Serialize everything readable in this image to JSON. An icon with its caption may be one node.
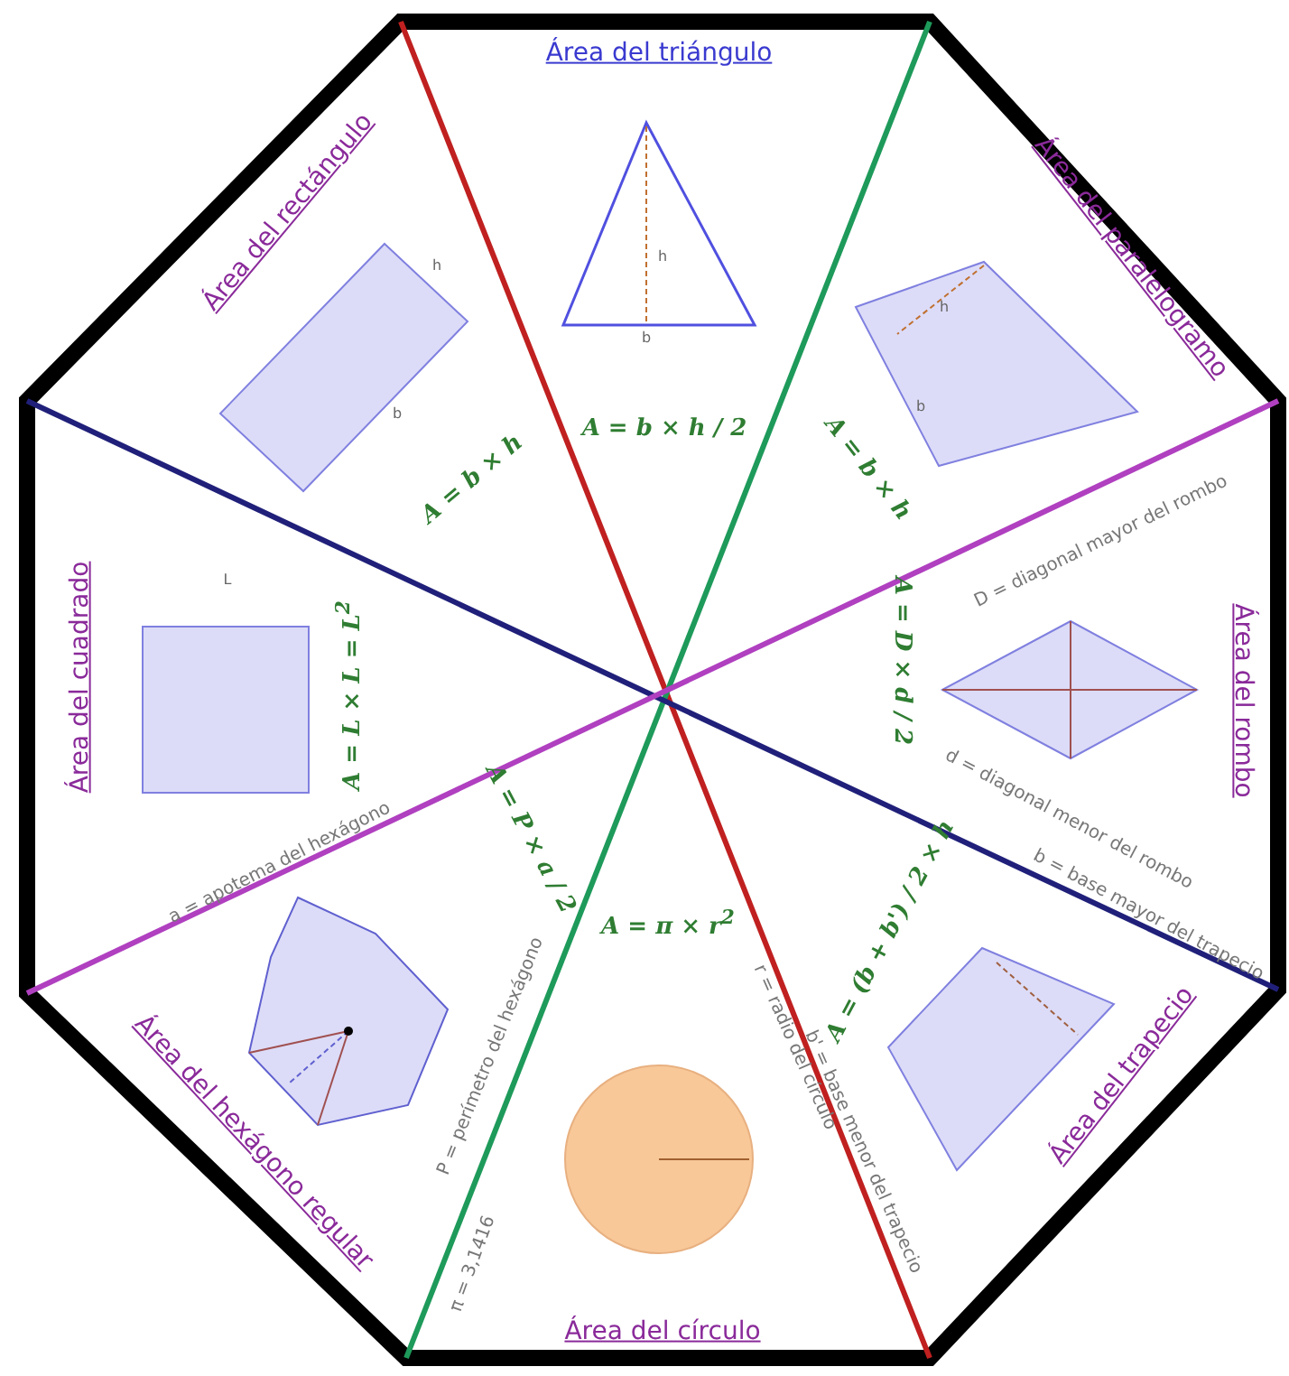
{
  "diagram": {
    "labels": [
      "Área del triángulo",
      "h",
      "b",
      "A = b × h / 2",
      "Área del rectángulo",
      "h",
      "b",
      "A = b × h",
      "Área del paralelogramo",
      "h",
      "b",
      "A = b × h",
      "D = diagonal mayor del rombo",
      "A = D × d / 2",
      "Área del rombo",
      "d = diagonal menor del rombo",
      "b = base mayor del trapecio",
      "A = (b + b') / 2 × h",
      "Área del trapecio",
      "b' = base menor del trapecio",
      "r = radio del círculo",
      "A = π × r$^{2}$",
      "Área del círculo",
      "π = 3,1416",
      "P = perímetro del hexágono",
      "Área del hexágono regular",
      "a = apotema del hexágono",
      "A = P × a / 2",
      "Área del cuadrado",
      "L",
      "A = L × L = L$^{2}$"
    ]
  }
}
